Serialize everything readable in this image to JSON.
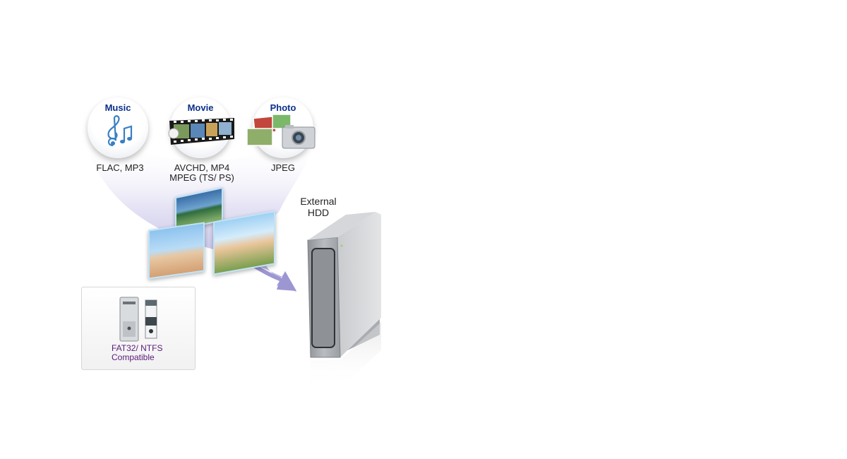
{
  "media": [
    {
      "title": "Music",
      "formats": "FLAC, MP3",
      "icon": "music-note-icon"
    },
    {
      "title": "Movie",
      "formats": "AVCHD, MP4\nMPEG (TS/ PS)",
      "icon": "film-strip-icon"
    },
    {
      "title": "Photo",
      "formats": "JPEG",
      "icon": "camera-photos-icon"
    }
  ],
  "filesystem": {
    "label": "FAT32/ NTFS\nCompatible",
    "icon": "pc-tower-icon"
  },
  "device": {
    "label": "External\nHDD",
    "icon": "external-hdd-icon"
  },
  "colors": {
    "title_blue": "#0b2f8a",
    "stream_purple": "#a7a2d8",
    "fs_purple": "#5a1a7a"
  }
}
